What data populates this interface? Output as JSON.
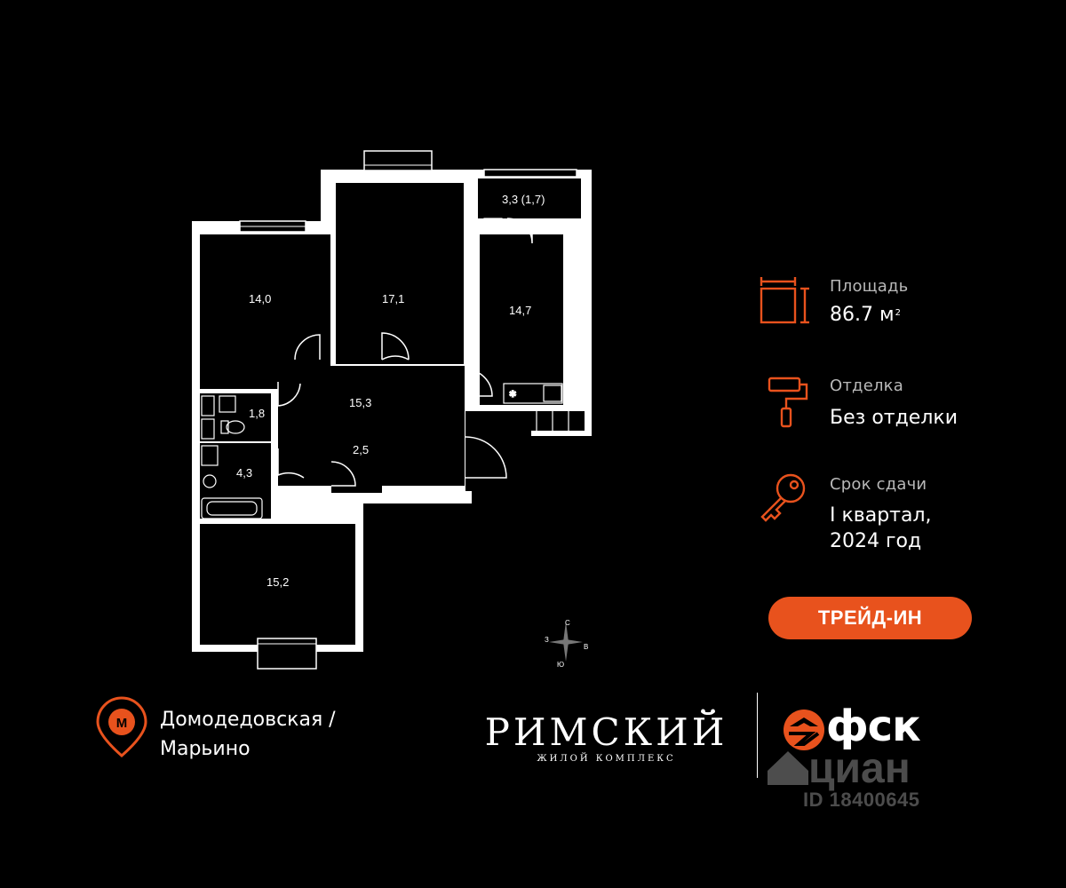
{
  "rooms": {
    "room1": "14,0",
    "room2": "17,1",
    "balcony": "3,3  (1,7)",
    "kitchen": "14,7",
    "hall": "15,3",
    "wc": "1,8",
    "closet": "2,5",
    "bath": "4,3",
    "room3": "15,2"
  },
  "compass": {
    "n": "С",
    "w": "З",
    "e": "В",
    "s": "Ю"
  },
  "info": {
    "area_label": "Площадь",
    "area_value": "86.7 м",
    "area_unit_sup": "2",
    "finish_label": "Отделка",
    "finish_value": "Без отделки",
    "deadline_label": "Срок сдачи",
    "deadline_line1": "I квартал,",
    "deadline_line2": "2024 год"
  },
  "tradein_label": "ТРЕЙД-ИН",
  "metro": {
    "line1": "Домодедовская /",
    "line2": "Марьино",
    "logo_letter": "М"
  },
  "brand": {
    "name": "РИМСКИЙ",
    "subtitle": "ЖИЛОЙ КОМПЛЕКС"
  },
  "developer": "фск",
  "watermark": {
    "text": "циан",
    "id": "ID 18400645"
  },
  "colors": {
    "accent": "#e8521d",
    "background": "#000000",
    "walls": "#ffffff"
  }
}
